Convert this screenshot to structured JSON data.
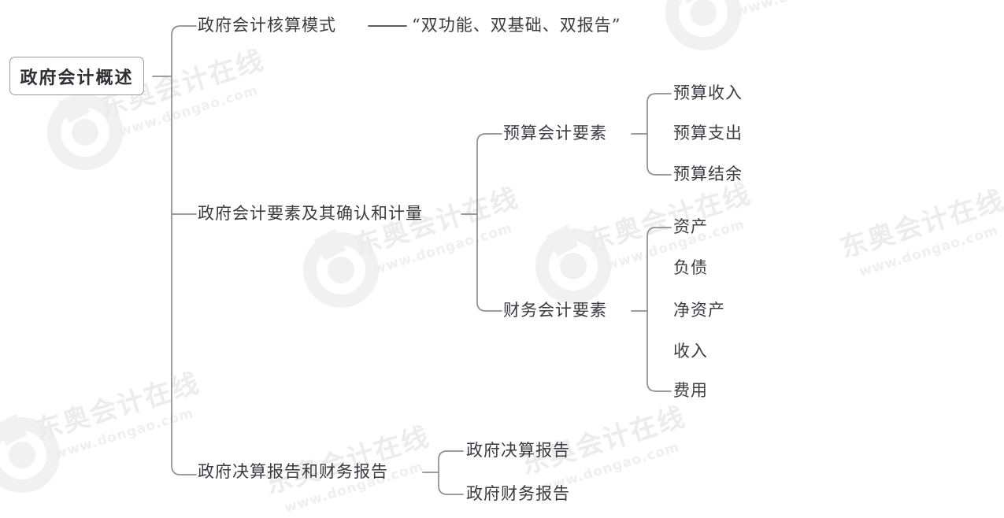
{
  "diagram": {
    "title": "政府会计概述",
    "type": "mindmap",
    "root": {
      "label": "政府会计概述"
    },
    "branches": [
      {
        "id": "branch-1",
        "label": "政府会计核算模式",
        "connector": "——",
        "note": "“双功能、双基础、双报告”",
        "children": []
      },
      {
        "id": "branch-2",
        "label": "政府会计要素及其确认和计量",
        "children": [
          {
            "id": "branch-2-1",
            "label": "预算会计要素",
            "children": [
              {
                "label": "预算收入"
              },
              {
                "label": "预算支出"
              },
              {
                "label": "预算结余"
              }
            ]
          },
          {
            "id": "branch-2-2",
            "label": "财务会计要素",
            "children": [
              {
                "label": "资产"
              },
              {
                "label": "负债"
              },
              {
                "label": "净资产"
              },
              {
                "label": "收入"
              },
              {
                "label": "费用"
              }
            ]
          }
        ]
      },
      {
        "id": "branch-3",
        "label": "政府决算报告和财务报告",
        "children": [
          {
            "label": "政府决算报告"
          },
          {
            "label": "政府财务报告"
          }
        ]
      }
    ]
  },
  "watermark": {
    "brand": "东奥会计在线",
    "url": "www.dongao.com"
  },
  "colors": {
    "text": "#3b3b43",
    "line": "#8d8d95",
    "box_border": "#9a9aa2",
    "watermark": "#ececed",
    "background": "#ffffff"
  }
}
